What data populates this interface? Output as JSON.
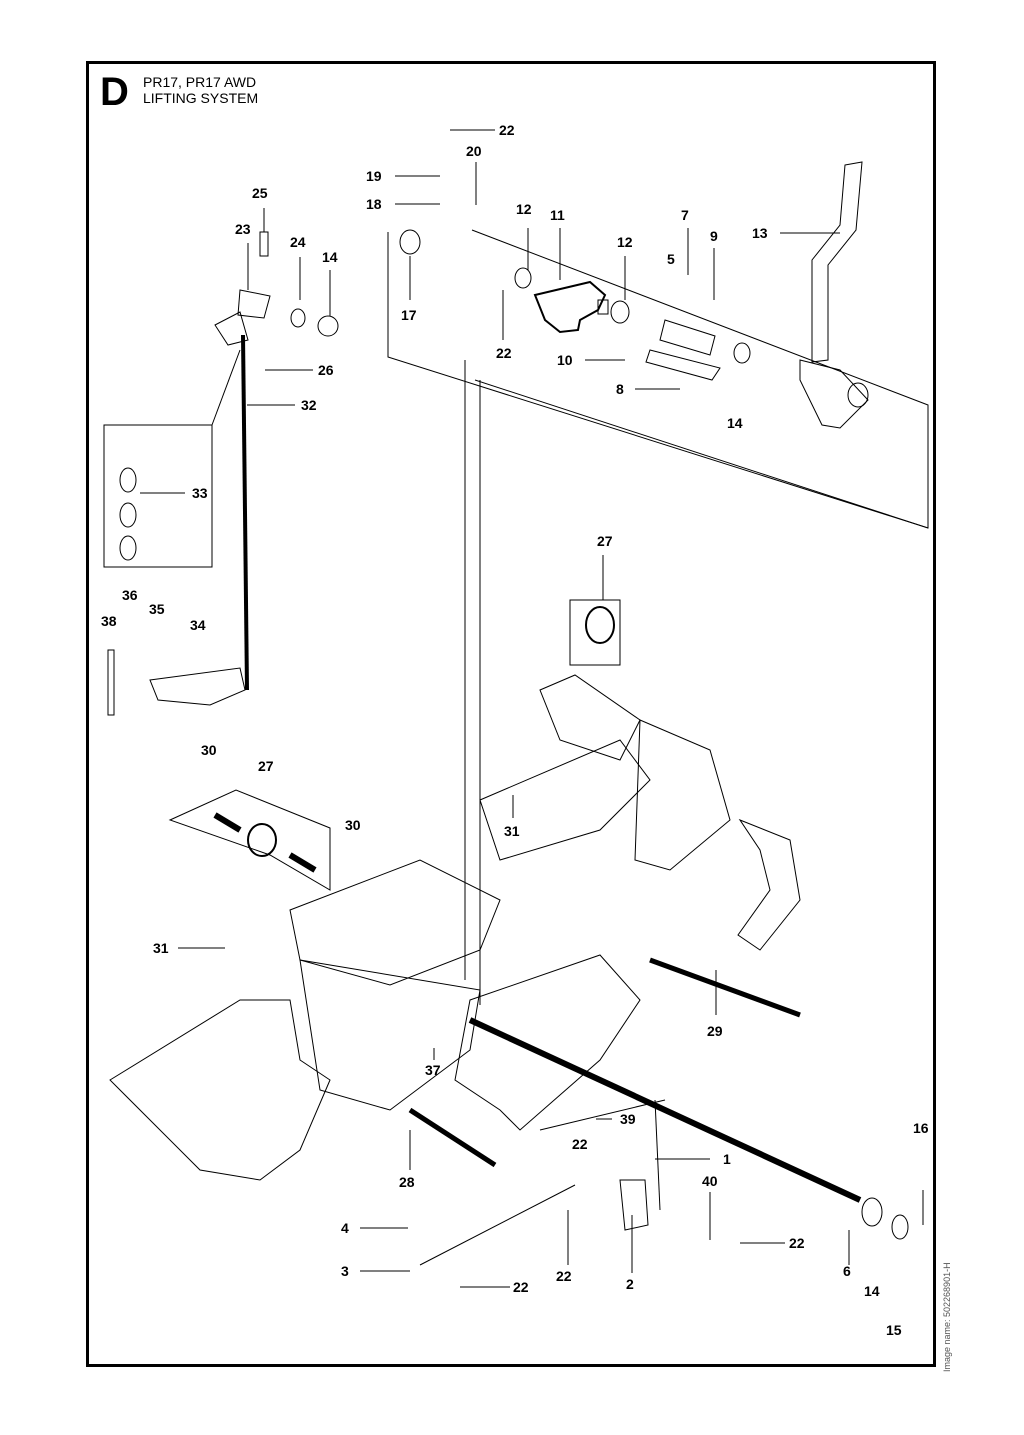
{
  "header": {
    "section_letter": "D",
    "model": "PR17, PR17 AWD",
    "title": "LIFTING SYSTEM"
  },
  "footer": {
    "image_name": "Image name: 502268901-H"
  },
  "callouts": [
    "1",
    "2",
    "3",
    "4",
    "6",
    "8",
    "9",
    "10",
    "11",
    "12",
    "13",
    "14",
    "15",
    "16",
    "17",
    "18",
    "19",
    "20",
    "22",
    "23",
    "24",
    "25",
    "26",
    "27",
    "28",
    "29",
    "30",
    "31",
    "32",
    "33",
    "34",
    "35",
    "36",
    "37",
    "38",
    "39",
    "40",
    "5",
    "7"
  ]
}
